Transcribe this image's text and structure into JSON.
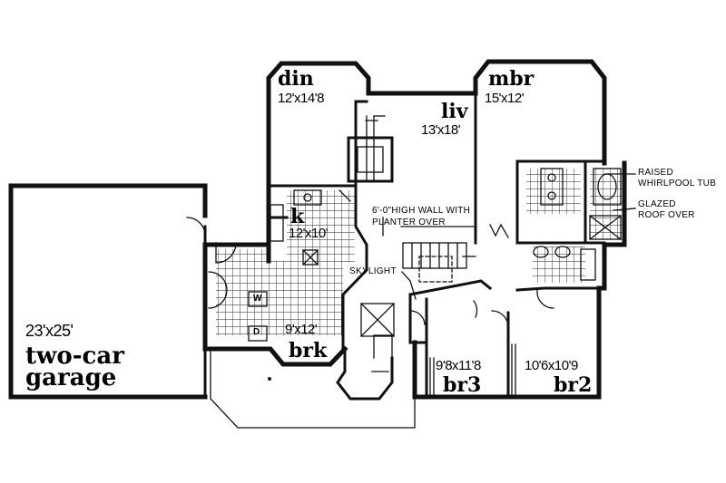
{
  "rooms": {
    "dining": {
      "name": "din",
      "dims": "12'x14'8"
    },
    "living": {
      "name": "liv",
      "dims": "13'x18'"
    },
    "master": {
      "name": "mbr",
      "dims": "15'x12'"
    },
    "kitchen": {
      "name": "k",
      "dims": "12'x10'"
    },
    "breakfast": {
      "name": "brk",
      "dims": "9'x12'"
    },
    "bedroom3": {
      "name": "br3",
      "dims": "9'8x11'8"
    },
    "bedroom2": {
      "name": "br2",
      "dims": "10'6x10'9"
    },
    "garage": {
      "name": "two-car garage",
      "line1": "two-car",
      "line2": "garage",
      "dims": "23'x25'"
    }
  },
  "notes": {
    "whirlpool_line1": "RAISED",
    "whirlpool_line2": "WHIRLPOOL TUB",
    "roof_line1": "GLAZED",
    "roof_line2": "ROOF OVER",
    "wall_line1": "6'-0\"HIGH WALL WITH",
    "wall_line2": "PLANTER OVER",
    "skylight": "SKYLIGHT",
    "washer": "W",
    "dryer": "D"
  }
}
